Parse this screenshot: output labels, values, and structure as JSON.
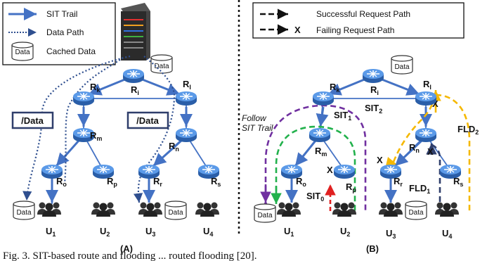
{
  "legend_a": {
    "sit_trail": "SIT Trail",
    "data_path": "Data Path",
    "cached_data": "Cached Data",
    "data_icon": "Data"
  },
  "legend_b": {
    "success": "Successful Request Path",
    "fail": "Failing Request Path",
    "fail_mark": "X"
  },
  "routers": {
    "k": {
      "main": "R",
      "sub": "k"
    },
    "i": {
      "main": "R",
      "sub": "i"
    },
    "l": {
      "main": "R",
      "sub": "l"
    },
    "m": {
      "main": "R",
      "sub": "m"
    },
    "n": {
      "main": "R",
      "sub": "n"
    },
    "o": {
      "main": "R",
      "sub": "o"
    },
    "p": {
      "main": "R",
      "sub": "p"
    },
    "r": {
      "main": "R",
      "sub": "r"
    },
    "s": {
      "main": "R",
      "sub": "s"
    }
  },
  "users": {
    "u1": {
      "main": "U",
      "sub": "1"
    },
    "u2": {
      "main": "U",
      "sub": "2"
    },
    "u3": {
      "main": "U",
      "sub": "3"
    },
    "u4": {
      "main": "U",
      "sub": "4"
    }
  },
  "data_labels": {
    "server": "Data",
    "cache": "Data",
    "box_left": "/Data",
    "box_right": "/Data"
  },
  "panel_b": {
    "follow_line1": "Follow",
    "follow_line2": "SIT Trail",
    "sit1": {
      "main": "SIT",
      "sub": "1"
    },
    "sit2": {
      "main": "SIT",
      "sub": "2"
    },
    "sit0": {
      "main": "SIT",
      "sub": "0"
    },
    "fld1": {
      "main": "FLD",
      "sub": "1"
    },
    "fld2": {
      "main": "FLD",
      "sub": "2"
    },
    "x": "X"
  },
  "panel_labels": {
    "a": "(A)",
    "b": "(B)"
  },
  "caption": "Fig. 3. SIT-based route and flooding ... routed flooding [20].",
  "colors": {
    "router": "#3d7fd6",
    "link": "#4472c4",
    "dotted": "#2f4f8f",
    "green": "#22b14c",
    "purple": "#7030a0",
    "yellow": "#f5b800",
    "red": "#e02020",
    "dark": "#2f3e6b"
  }
}
